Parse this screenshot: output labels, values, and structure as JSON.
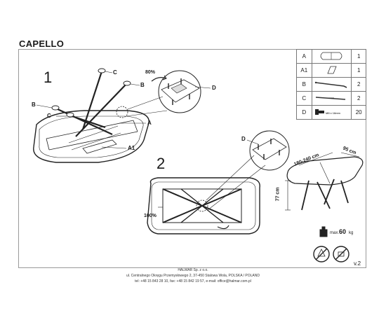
{
  "title": "CAPELLO",
  "steps": [
    "1",
    "2"
  ],
  "parts": [
    {
      "label": "A",
      "qty": "1"
    },
    {
      "label": "A1",
      "qty": "1"
    },
    {
      "label": "B",
      "qty": "2"
    },
    {
      "label": "C",
      "qty": "2"
    },
    {
      "label": "D",
      "qty": "20",
      "spec": "M8 x 16mm"
    }
  ],
  "callouts": {
    "A": "A",
    "A1": "A1",
    "B": "B",
    "C": "C",
    "D": "D"
  },
  "percent_top": "80%",
  "percent_bottom": "100%",
  "dimensions": {
    "width": "95 cm",
    "length": "180-240 cm",
    "height": "77 cm"
  },
  "max_load": {
    "prefix": "max.",
    "value": "60",
    "unit": "kg"
  },
  "footer": {
    "company": "HALMAR Sp. z o.o.",
    "address": "ul. Centralnego Okręgu Przemysłowego 2, 37-450 Stalowa Wola, POLSKA / POLAND",
    "contact": "tel: +48 15 843 28 10, fax: +48 15 842 19 57, e-mail: office@halmar.com.pl"
  },
  "version": "v.2"
}
